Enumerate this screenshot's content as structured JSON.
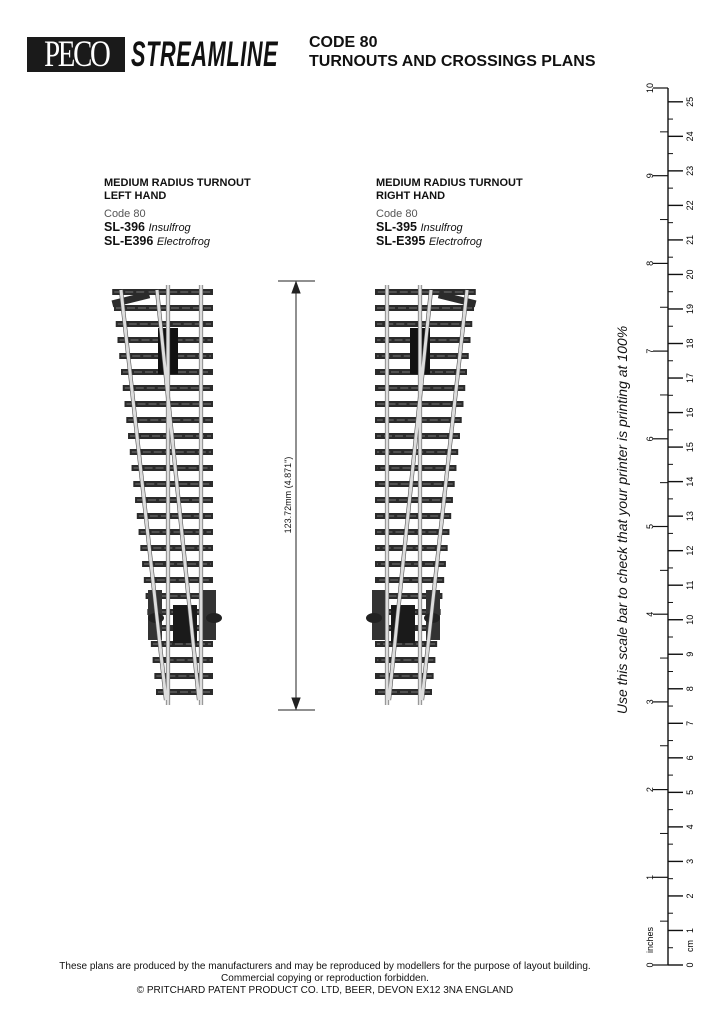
{
  "header": {
    "logo_brand": "PECO",
    "logo_product": "STREAMLINE",
    "title_line1": "CODE 80",
    "title_line2": "TURNOUTS AND CROSSINGS PLANS"
  },
  "turnouts": [
    {
      "heading1": "MEDIUM RADIUS TURNOUT",
      "heading2": "LEFT HAND",
      "code": "Code 80",
      "part1": "SL-396",
      "part1_type": "Insulfrog",
      "part2": "SL-E396",
      "part2_type": "Electrofrog",
      "hand": "left"
    },
    {
      "heading1": "MEDIUM RADIUS TURNOUT",
      "heading2": "RIGHT HAND",
      "code": "Code 80",
      "part1": "SL-395",
      "part1_type": "Insulfrog",
      "part2": "SL-E395",
      "part2_type": "Electrofrog",
      "hand": "right"
    }
  ],
  "dimension": {
    "label": "123.72mm (4.871\")"
  },
  "scale_bar": {
    "note": "Use this scale bar to check that your printer is printing at 100%",
    "inches_unit": "inches",
    "cm_unit": "cm",
    "inch_labels": [
      "0",
      "1",
      "2",
      "3",
      "4",
      "5",
      "6",
      "7",
      "8",
      "9",
      "10"
    ],
    "cm_labels": [
      "0",
      "1",
      "2",
      "3",
      "4",
      "5",
      "6",
      "7",
      "8",
      "9",
      "10",
      "11",
      "12",
      "13",
      "14",
      "15",
      "16",
      "17",
      "18",
      "19",
      "20",
      "21",
      "22",
      "23",
      "24",
      "25"
    ]
  },
  "footer": {
    "line1": "These plans are produced by the manufacturers and may be reproduced by modellers for the purpose of layout building.",
    "line2": "Commercial copying or reproduction forbidden.",
    "line3": "© PRITCHARD PATENT PRODUCT CO. LTD, BEER, DEVON EX12 3NA ENGLAND"
  }
}
